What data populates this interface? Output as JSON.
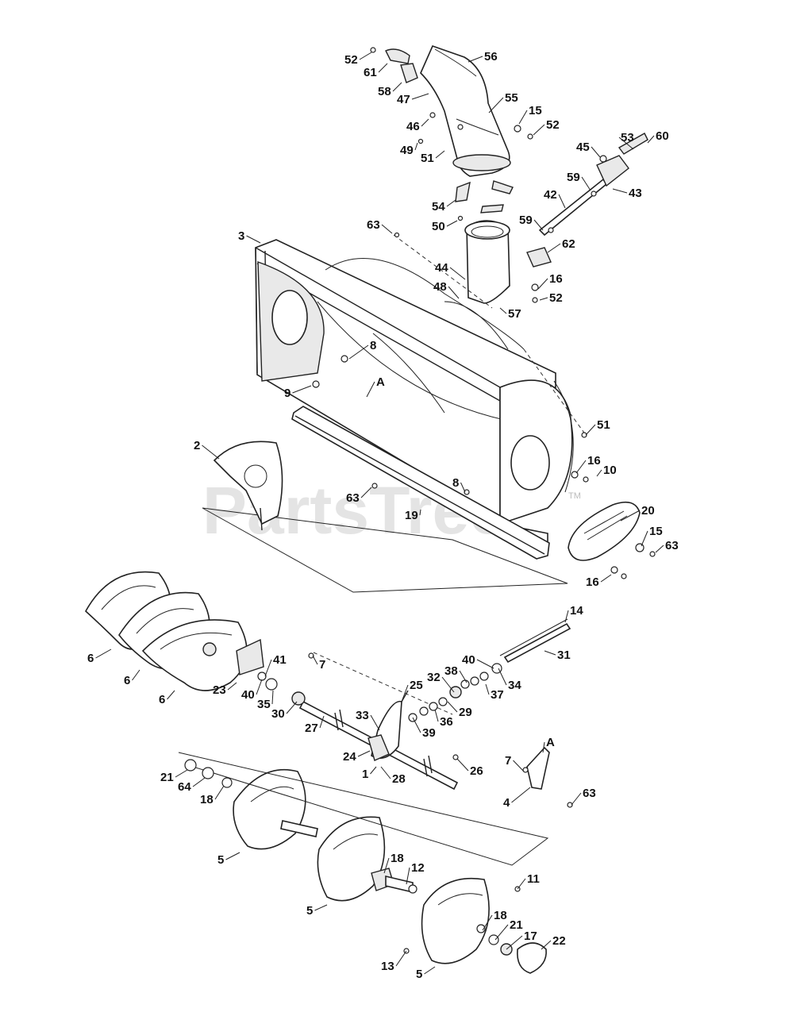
{
  "watermark": {
    "text": "PartsTree",
    "trademark": "TM"
  },
  "callouts": [
    {
      "id": "c52a",
      "text": "52"
    },
    {
      "id": "c61",
      "text": "61"
    },
    {
      "id": "c56",
      "text": "56"
    },
    {
      "id": "c58",
      "text": "58"
    },
    {
      "id": "c47",
      "text": "47"
    },
    {
      "id": "c55",
      "text": "55"
    },
    {
      "id": "c46",
      "text": "46"
    },
    {
      "id": "c15a",
      "text": "15"
    },
    {
      "id": "c52b",
      "text": "52"
    },
    {
      "id": "c49",
      "text": "49"
    },
    {
      "id": "c51a",
      "text": "51"
    },
    {
      "id": "c53",
      "text": "53"
    },
    {
      "id": "c60",
      "text": "60"
    },
    {
      "id": "c45",
      "text": "45"
    },
    {
      "id": "c43",
      "text": "43"
    },
    {
      "id": "c59a",
      "text": "59"
    },
    {
      "id": "c42",
      "text": "42"
    },
    {
      "id": "c54",
      "text": "54"
    },
    {
      "id": "c50",
      "text": "50"
    },
    {
      "id": "c63a",
      "text": "63"
    },
    {
      "id": "c59b",
      "text": "59"
    },
    {
      "id": "c62",
      "text": "62"
    },
    {
      "id": "c3",
      "text": "3"
    },
    {
      "id": "c44",
      "text": "44"
    },
    {
      "id": "c16a",
      "text": "16"
    },
    {
      "id": "c48",
      "text": "48"
    },
    {
      "id": "c52c",
      "text": "52"
    },
    {
      "id": "c57",
      "text": "57"
    },
    {
      "id": "c8a",
      "text": "8"
    },
    {
      "id": "c9",
      "text": "9"
    },
    {
      "id": "cA1",
      "text": "A"
    },
    {
      "id": "c51b",
      "text": "51"
    },
    {
      "id": "c2",
      "text": "2"
    },
    {
      "id": "c16b",
      "text": "16"
    },
    {
      "id": "c10",
      "text": "10"
    },
    {
      "id": "c8b",
      "text": "8"
    },
    {
      "id": "c63b",
      "text": "63"
    },
    {
      "id": "c19",
      "text": "19"
    },
    {
      "id": "c20",
      "text": "20"
    },
    {
      "id": "c15b",
      "text": "15"
    },
    {
      "id": "c63c",
      "text": "63"
    },
    {
      "id": "c16c",
      "text": "16"
    },
    {
      "id": "c14",
      "text": "14"
    },
    {
      "id": "c31",
      "text": "31"
    },
    {
      "id": "c7a",
      "text": "7"
    },
    {
      "id": "c41",
      "text": "41"
    },
    {
      "id": "c40a",
      "text": "40"
    },
    {
      "id": "c38",
      "text": "38"
    },
    {
      "id": "c32",
      "text": "32"
    },
    {
      "id": "c34",
      "text": "34"
    },
    {
      "id": "c23",
      "text": "23"
    },
    {
      "id": "c40b",
      "text": "40"
    },
    {
      "id": "c25",
      "text": "25"
    },
    {
      "id": "c37",
      "text": "37"
    },
    {
      "id": "c35",
      "text": "35"
    },
    {
      "id": "c29",
      "text": "29"
    },
    {
      "id": "c30",
      "text": "30"
    },
    {
      "id": "c33",
      "text": "33"
    },
    {
      "id": "c36",
      "text": "36"
    },
    {
      "id": "c27",
      "text": "27"
    },
    {
      "id": "c39",
      "text": "39"
    },
    {
      "id": "c6a",
      "text": "6"
    },
    {
      "id": "c6b",
      "text": "6"
    },
    {
      "id": "c6c",
      "text": "6"
    },
    {
      "id": "c24",
      "text": "24"
    },
    {
      "id": "c26",
      "text": "26"
    },
    {
      "id": "cA2",
      "text": "A"
    },
    {
      "id": "c7b",
      "text": "7"
    },
    {
      "id": "c1",
      "text": "1"
    },
    {
      "id": "c28",
      "text": "28"
    },
    {
      "id": "c21a",
      "text": "21"
    },
    {
      "id": "c64",
      "text": "64"
    },
    {
      "id": "c18a",
      "text": "18"
    },
    {
      "id": "c4",
      "text": "4"
    },
    {
      "id": "c63d",
      "text": "63"
    },
    {
      "id": "c5a",
      "text": "5"
    },
    {
      "id": "c18b",
      "text": "18"
    },
    {
      "id": "c12",
      "text": "12"
    },
    {
      "id": "c11",
      "text": "11"
    },
    {
      "id": "c5b",
      "text": "5"
    },
    {
      "id": "c18c",
      "text": "18"
    },
    {
      "id": "c21b",
      "text": "21"
    },
    {
      "id": "c17",
      "text": "17"
    },
    {
      "id": "c22",
      "text": "22"
    },
    {
      "id": "c13",
      "text": "13"
    },
    {
      "id": "c5c",
      "text": "5"
    }
  ]
}
